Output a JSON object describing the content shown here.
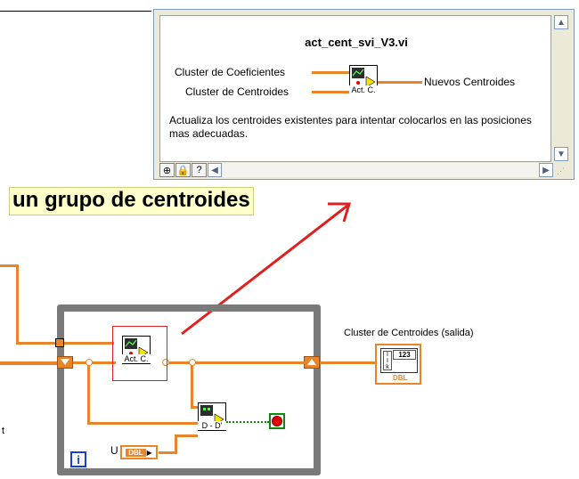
{
  "help_window": {
    "title": "act_cent_svi_V3.vi",
    "inputs": [
      "Cluster de Coeficientes",
      "Cluster de Centroides"
    ],
    "output": "Nuevos Centroides",
    "icon_caption": "Act. C.",
    "description": "Actualiza los centroides existentes para intentar colocarlos en las posiciones mas adecuadas.",
    "toolbar_icons": [
      "show-detail-icon",
      "lock-icon",
      "help-icon"
    ]
  },
  "label": {
    "text": "un grupo de centroides"
  },
  "diagram": {
    "subvi_main_caption": "Act. C.",
    "subvi_dist_caption": "D - D'",
    "indicator_label": "Cluster de Centroides (salida)",
    "indicator_value": "123",
    "indicator_type": "DBL",
    "control_label": "U",
    "control_type": "DBL",
    "iteration_terminal": "i",
    "partial_label": "t"
  },
  "colors": {
    "wire": "#e8852a",
    "arrow": "#e02020",
    "loop": "#7a7a7a",
    "label_bg": "#ffffcc"
  }
}
